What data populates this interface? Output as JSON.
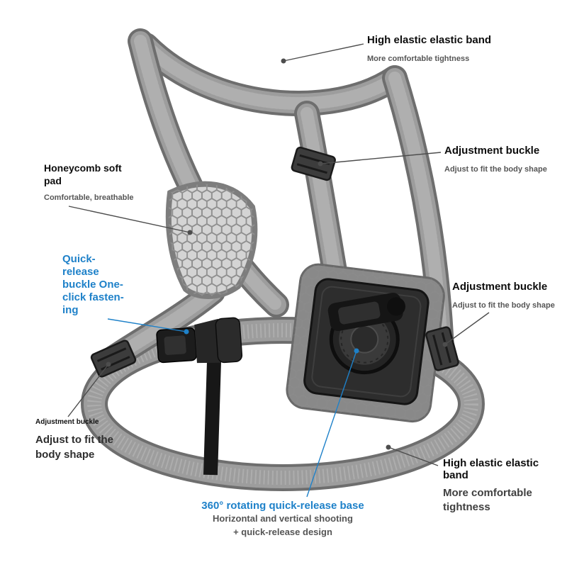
{
  "colors": {
    "accent_blue": "#1e81c9"
  },
  "annotations": {
    "top_band": {
      "title": "High elastic elastic band",
      "subtitle": "More comfortable tightness"
    },
    "top_right_buckle": {
      "title": "Adjustment buckle",
      "subtitle": "Adjust to fit the body shape"
    },
    "honeycomb_pad": {
      "title": "Honeycomb soft pad",
      "subtitle": "Comfortable, breathable"
    },
    "quick_release_buckle": {
      "lines": [
        "Quick-",
        "release",
        "buckle One-",
        "click fasten-",
        "ing"
      ]
    },
    "right_buckle": {
      "title": "Adjustment buckle",
      "subtitle": "Adjust to fit the body shape"
    },
    "bottom_left_buckle": {
      "label": "Adjustment buckle",
      "subtitle": "Adjust to fit the body shape"
    },
    "bottom_band": {
      "title": "High elastic elastic band",
      "subtitle": "More comfortable tightness"
    },
    "rotating_base": {
      "title": "360° rotating quick-release base",
      "subtitle_line1": "Horizontal and vertical shooting",
      "subtitle_line2": "+ quick-release design"
    }
  }
}
